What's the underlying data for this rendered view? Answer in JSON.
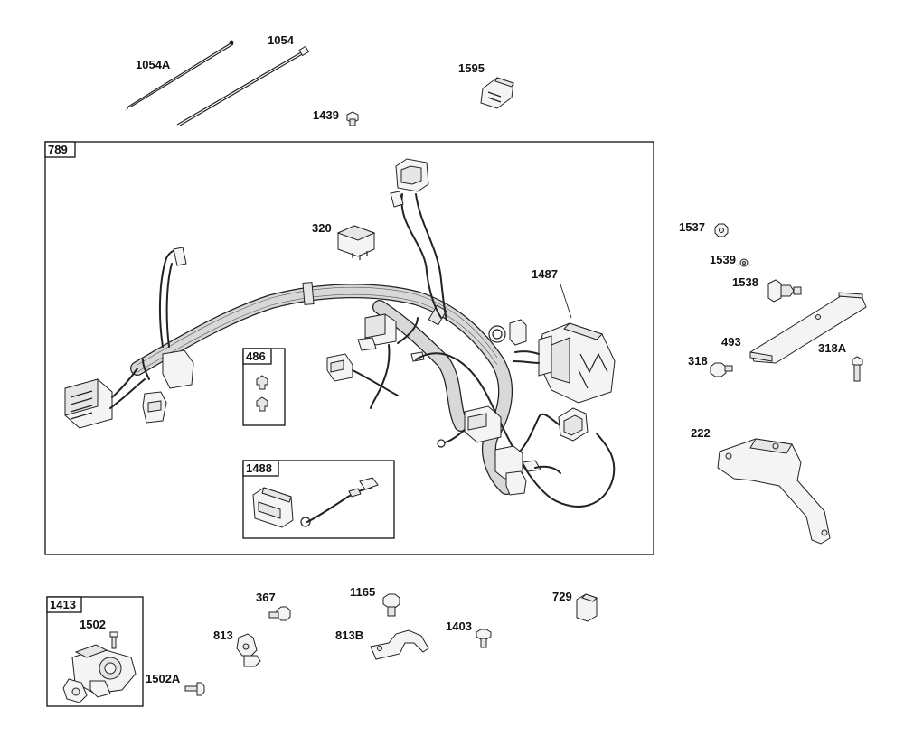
{
  "labels": {
    "p1054a": "1054A",
    "p1054": "1054",
    "p1595": "1595",
    "p1439": "1439",
    "p789": "789",
    "p320": "320",
    "p1487": "1487",
    "p486": "486",
    "p1488": "1488",
    "p1537": "1537",
    "p1539": "1539",
    "p1538": "1538",
    "p493": "493",
    "p318": "318",
    "p318a": "318A",
    "p222": "222",
    "p1413": "1413",
    "p1502": "1502",
    "p1502a": "1502A",
    "p367": "367",
    "p813": "813",
    "p1165": "1165",
    "p813b": "813B",
    "p1403": "1403",
    "p729": "729"
  }
}
